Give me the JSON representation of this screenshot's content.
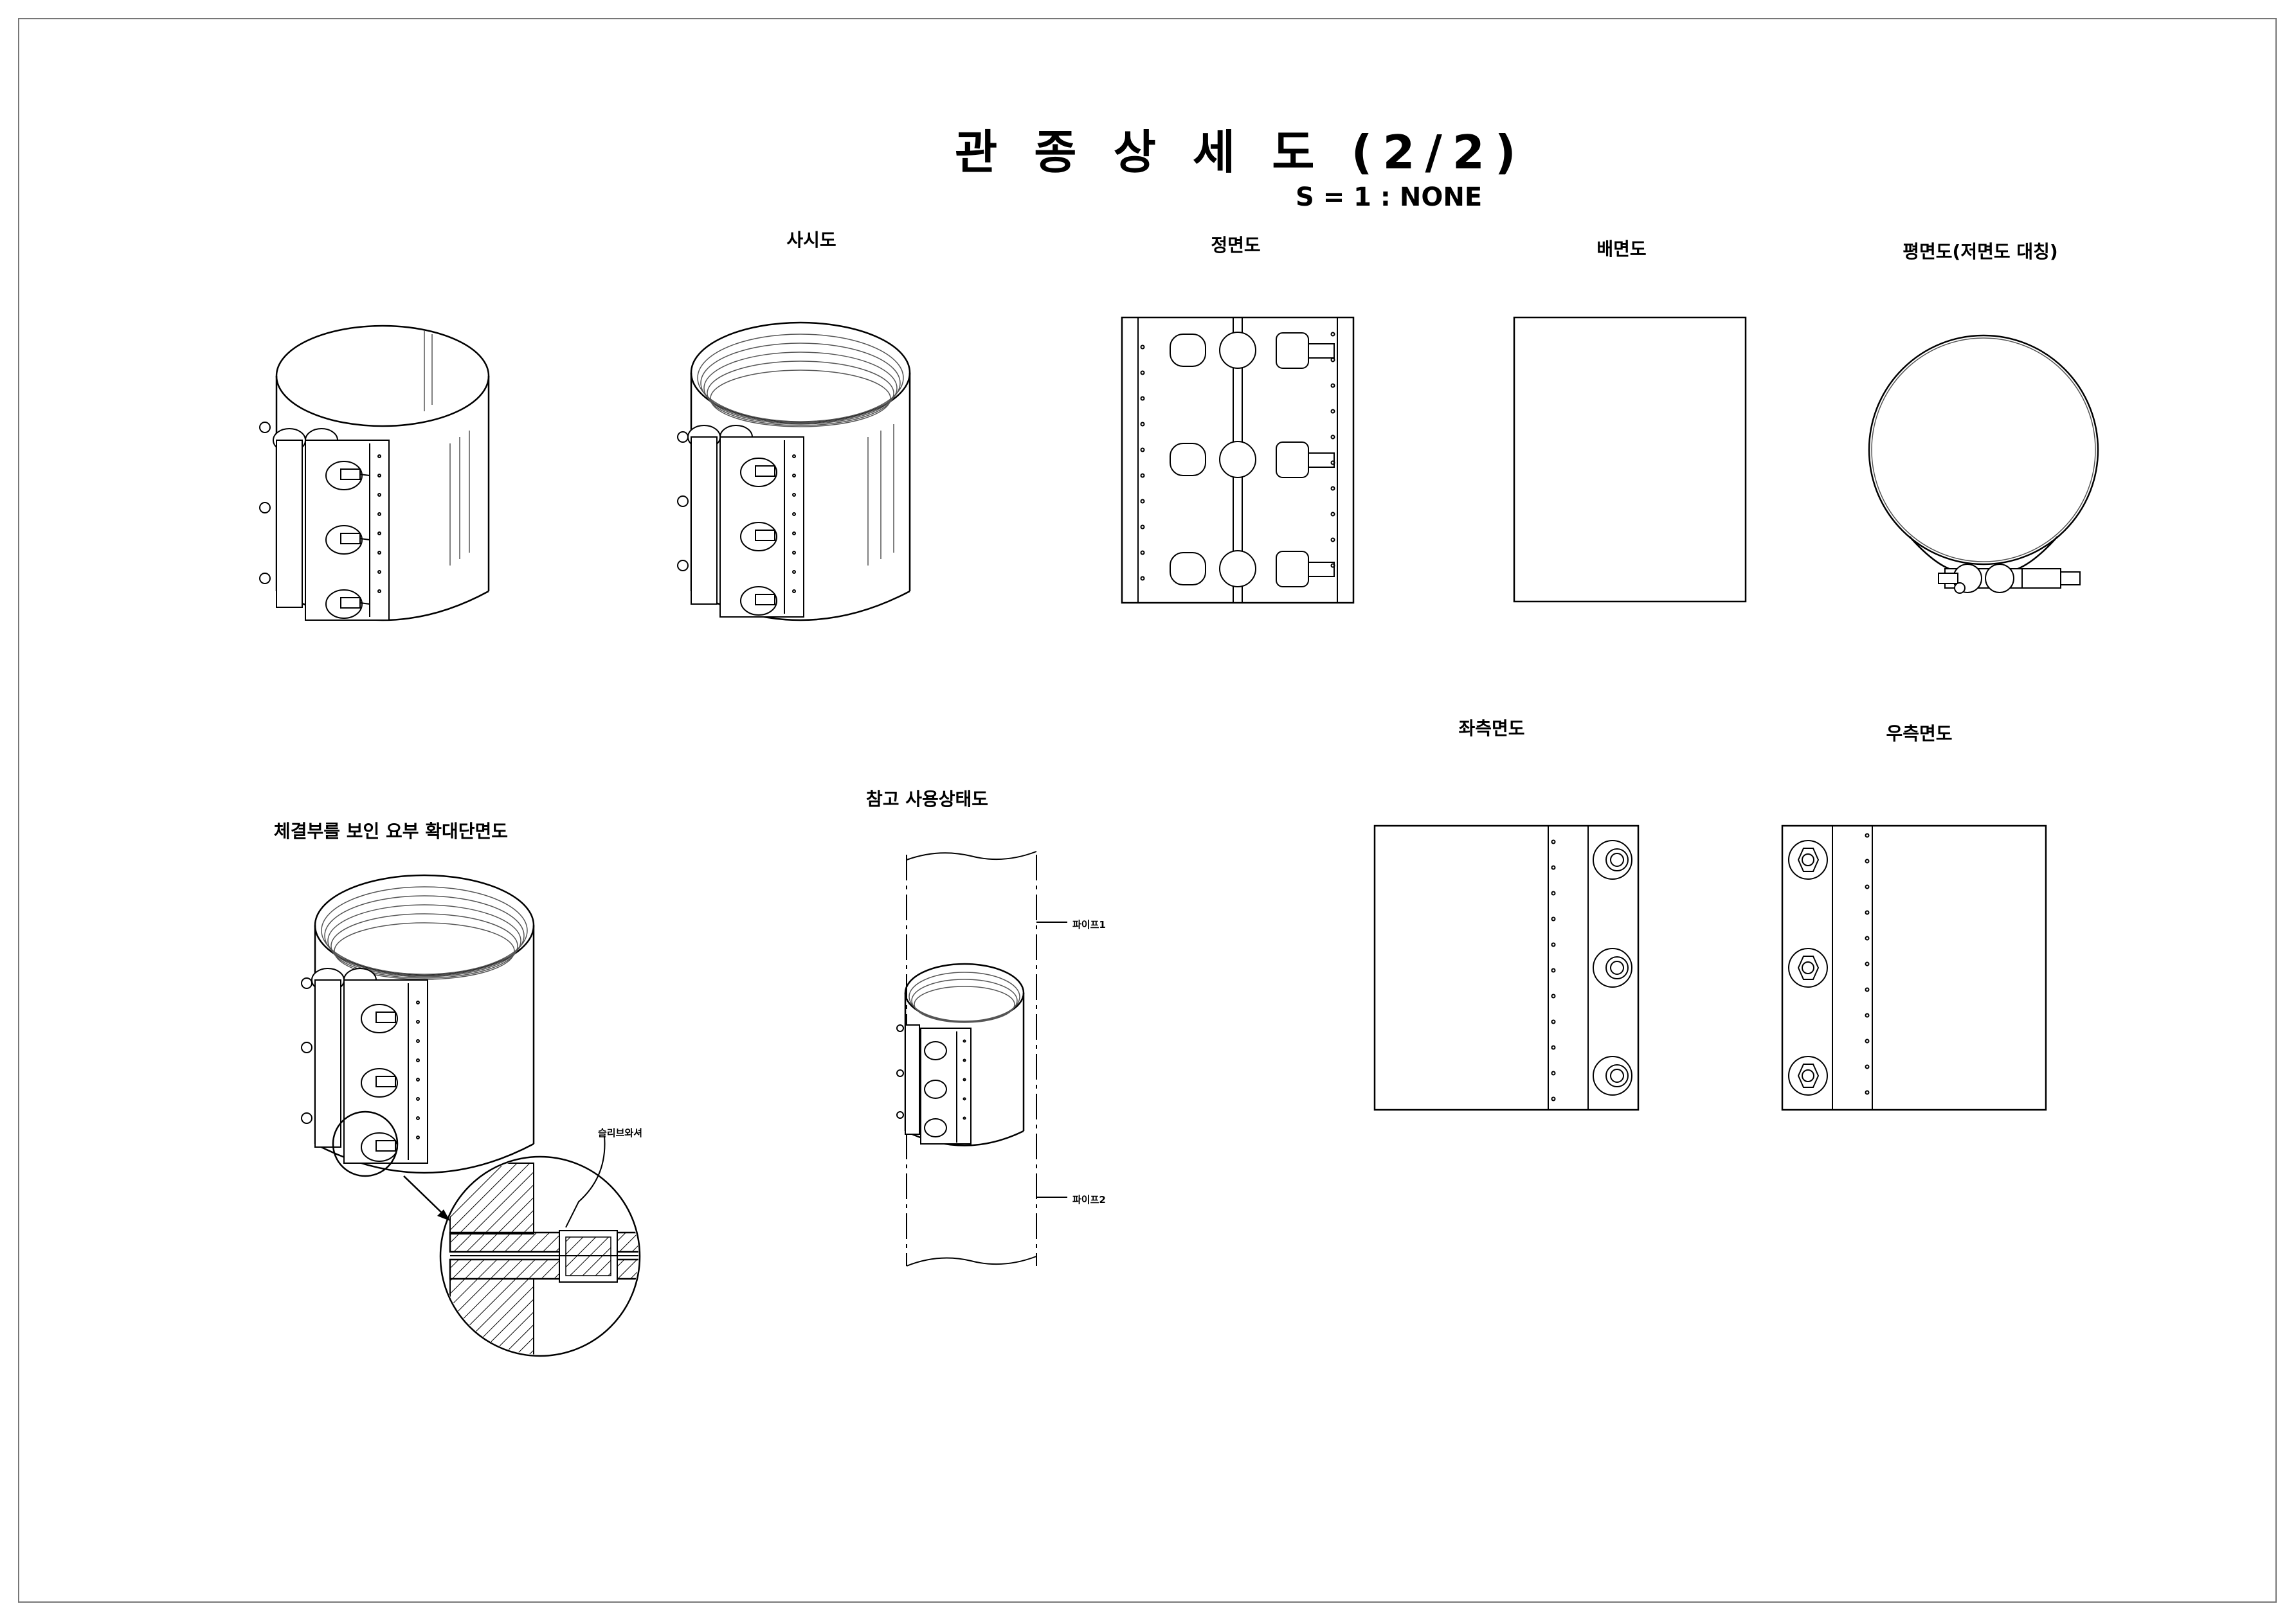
{
  "sheet": {
    "title": "관 종 상 세 도 (2/2)",
    "scale": "S = 1 :  NONE"
  },
  "views": {
    "isometric": "사시도",
    "front": "정면도",
    "back": "배면도",
    "plan": "평면도(저면도 대칭)",
    "left_side": "좌측면도",
    "right_side": "우측면도",
    "detail_section": "체결부를 보인 요부 확대단면도",
    "reference_usage": "참고 사용상태도"
  },
  "callouts": {
    "sleeve_washer": "슬리브와셔",
    "pipe_1": "파이프1",
    "pipe_2": "파이프2"
  }
}
